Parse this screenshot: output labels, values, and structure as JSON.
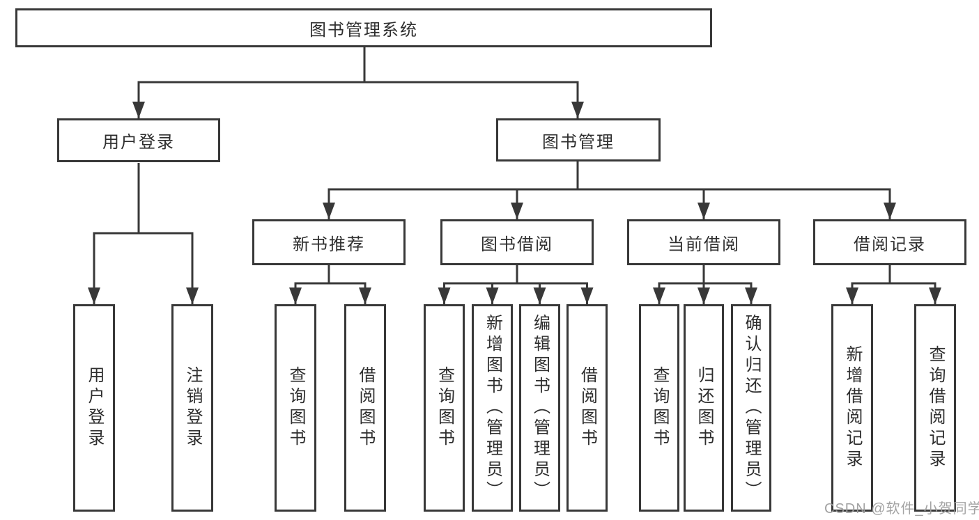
{
  "diagram_title": "图书管理系统",
  "watermark": "CSDN @软件_小贺同学",
  "colors": {
    "line": "#383838",
    "box_border": "#383838",
    "text": "#2e2e2e",
    "watermark": "#9e9e9e",
    "background": "#ffffff"
  },
  "tree": {
    "label": "图书管理系统",
    "children": [
      {
        "label": "用户登录",
        "children": [
          {
            "label": "用户登录"
          },
          {
            "label": "注销登录"
          }
        ]
      },
      {
        "label": "图书管理",
        "children": [
          {
            "label": "新书推荐",
            "children": [
              {
                "label": "查询图书"
              },
              {
                "label": "借阅图书"
              }
            ]
          },
          {
            "label": "图书借阅",
            "children": [
              {
                "label": "查询图书"
              },
              {
                "label": "新增图书（管理员）"
              },
              {
                "label": "编辑图书（管理员）"
              },
              {
                "label": "借阅图书"
              }
            ]
          },
          {
            "label": "当前借阅",
            "children": [
              {
                "label": "查询图书"
              },
              {
                "label": "归还图书"
              },
              {
                "label": "确认归还（管理员）"
              }
            ]
          },
          {
            "label": "借阅记录",
            "children": [
              {
                "label": "新增借阅记录"
              },
              {
                "label": "查询借阅记录"
              }
            ]
          }
        ]
      }
    ]
  }
}
